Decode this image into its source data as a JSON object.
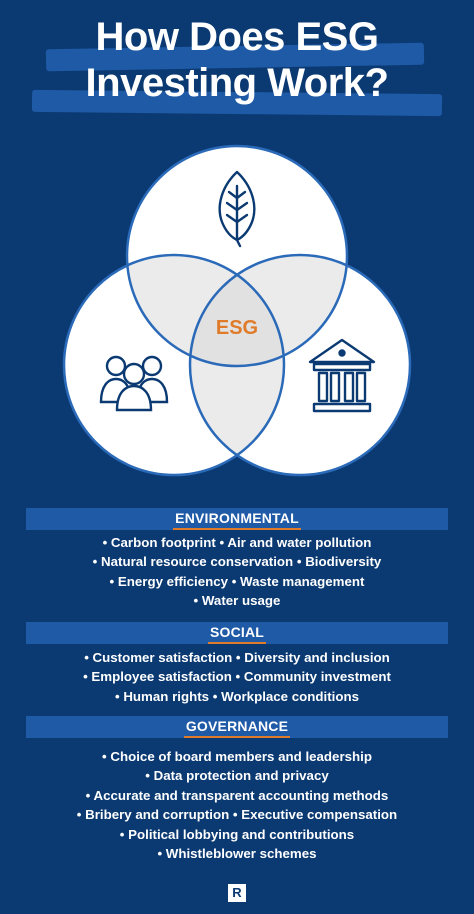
{
  "title": {
    "line1": "How Does ESG",
    "line2": "Investing Work?"
  },
  "venn": {
    "center_label": "ESG",
    "icons": [
      "leaf-icon",
      "people-icon",
      "bank-building-icon"
    ],
    "colors": {
      "circle_fill": "#ffffff",
      "overlap_fill": "#ebebeb",
      "stroke": "#2a6ab8",
      "center_text": "#e07b2a",
      "icon_stroke": "#0b3a73"
    }
  },
  "sections": [
    {
      "heading": "ENVIRONMENTAL",
      "lines": [
        "• Carbon footprint • Air and water pollution",
        "• Natural resource conservation • Biodiversity",
        "• Energy efficiency • Waste management",
        "• Water usage"
      ]
    },
    {
      "heading": "SOCIAL",
      "lines": [
        "• Customer satisfaction • Diversity and inclusion",
        "• Employee satisfaction • Community investment",
        "• Human rights • Workplace conditions"
      ]
    },
    {
      "heading": "GOVERNANCE",
      "lines": [
        "• Choice of board members and leadership",
        "• Data protection and privacy",
        "• Accurate and transparent accounting methods",
        "• Bribery and corruption  • Executive compensation",
        "• Political lobbying and contributions",
        "• Whistleblower schemes"
      ]
    }
  ],
  "logo": {
    "letter": "R"
  },
  "colors": {
    "background": "#0b3a73",
    "band": "#1f5aa6",
    "accent": "#e07b2a"
  }
}
